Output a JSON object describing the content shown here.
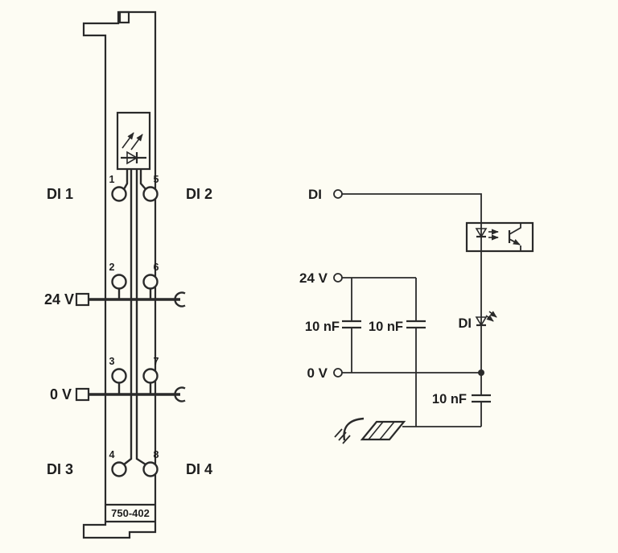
{
  "colors": {
    "background": "#fdfcf3",
    "line": "#2a2a2a"
  },
  "module": {
    "part_number": "750-402",
    "channel_labels": {
      "di1": "DI 1",
      "di2": "DI 2",
      "di3": "DI 3",
      "di4": "DI 4"
    },
    "power_labels": {
      "v24": "24 V",
      "v0": "0 V"
    },
    "terminal_numbers": {
      "t1": "1",
      "t2": "2",
      "t3": "3",
      "t4": "4",
      "t5": "5",
      "t6": "6",
      "t7": "7",
      "t8": "8"
    }
  },
  "circuit": {
    "input_terminal": "DI",
    "supply_terminal": "24 V",
    "zero_volt_terminal": "0 V",
    "status_led_label": "DI",
    "capacitor_1": "10 nF",
    "capacitor_2": "10 nF",
    "capacitor_3": "10 nF"
  }
}
